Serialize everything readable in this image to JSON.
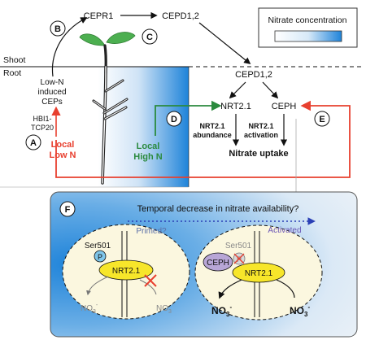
{
  "legend": {
    "title": "Nitrate concentration",
    "gradient_start": "#ffffff",
    "gradient_end": "#1e83d9"
  },
  "zones": {
    "shoot": "Shoot",
    "root": "Root"
  },
  "circles": {
    "A": "A",
    "B": "B",
    "C": "C",
    "D": "D",
    "E": "E",
    "F": "F"
  },
  "labels": {
    "cepr1": "CEPR1",
    "cepd_top": "CEPD1,2",
    "cepd_root": "CEPD1,2",
    "low_n_line1": "Low-N",
    "low_n_line2": "induced",
    "low_n_line3": "CEPs",
    "hbi_line1": "HBI1-",
    "hbi_line2": "TCP20",
    "local_low_line1": "Local",
    "local_low_line2": "Low N",
    "local_high_line1": "Local",
    "local_high_line2": "High N",
    "nrt21": "NRT2.1",
    "ceph": "CEPH",
    "abund_line1": "NRT2.1",
    "abund_line2": "abundance",
    "activ_line1": "NRT2.1",
    "activ_line2": "activation",
    "nitrate_uptake": "Nitrate uptake"
  },
  "panel_f": {
    "question": "Temporal decrease in nitrate availability?",
    "primed": "Primed?",
    "activated": "Activated",
    "ser501_left": "Ser501",
    "ser501_right": "Ser501",
    "p_left": "P",
    "p_right": "P",
    "nrt_left": "NRT2.1",
    "nrt_right": "NRT2.1",
    "ceph": "CEPH",
    "no3": "NO",
    "sub3": "3",
    "minus": "-"
  },
  "colors": {
    "red": "#e8402f",
    "green": "#2b8a3e",
    "blue": "#1e83d9",
    "yellow": "#f7e62a",
    "purple": "#b8a6d6",
    "cell_fill": "#fbf7df"
  }
}
